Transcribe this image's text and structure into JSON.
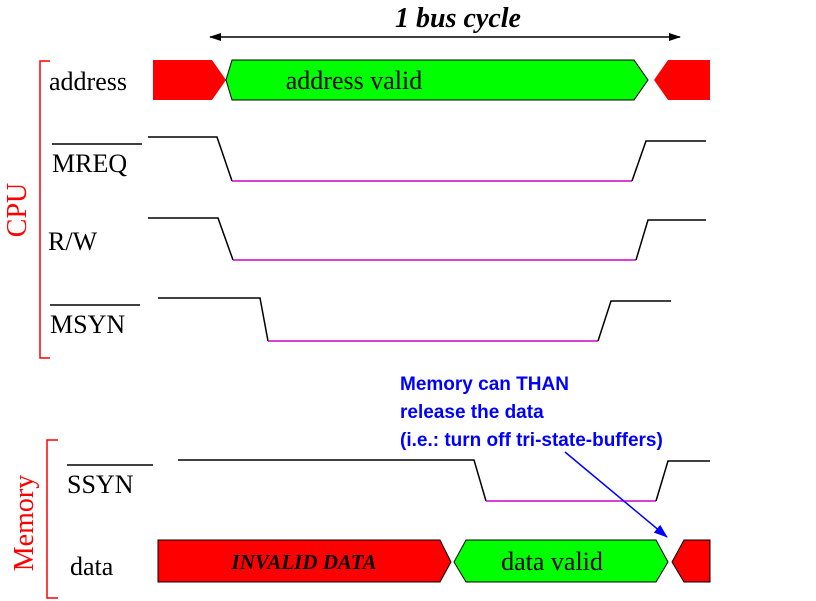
{
  "title": "1 bus cycle",
  "groups": {
    "cpu": "CPU",
    "memory": "Memory"
  },
  "signals": {
    "address": "address",
    "mreq": "MREQ",
    "rw": "R/W",
    "msyn": "MSYN",
    "ssyn": "SSYN",
    "data": "data"
  },
  "bus_labels": {
    "address_valid": "address valid",
    "invalid_data": "INVALID DATA",
    "data_valid": "data valid"
  },
  "annotation": {
    "line1": "Memory can THAN",
    "line2": "release the data",
    "line3": "(i.e.: turn off tri-state-buffers)"
  },
  "colors": {
    "valid": "#00ff00",
    "invalid": "#ff0000",
    "asserted_line": "#cc00cc",
    "bracket": "#ff0000",
    "group_label": "#ff0000",
    "annotation": "#0000ff"
  }
}
